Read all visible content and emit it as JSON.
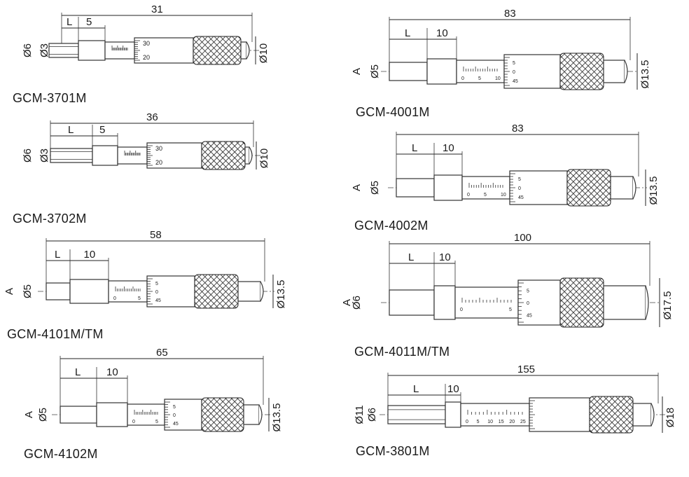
{
  "diagrams": [
    {
      "model": "GCM-3701M",
      "L": "L",
      "length": "31",
      "travel": "5",
      "spindle_dia": "Ø6",
      "inner_dia": "Ø3",
      "head_dia": "Ø10",
      "scale": [
        "30",
        "20"
      ]
    },
    {
      "model": "GCM-3702M",
      "L": "L",
      "length": "36",
      "travel": "5",
      "spindle_dia": "Ø6",
      "inner_dia": "Ø3",
      "head_dia": "Ø10",
      "scale": [
        "30",
        "20"
      ]
    },
    {
      "model": "GCM-4101M/TM",
      "L": "L",
      "length": "58",
      "travel": "10",
      "A": "A",
      "spindle_dia": "Ø5",
      "head_dia": "Ø13.5",
      "scale": [
        "5",
        "0",
        "45"
      ],
      "barrel": [
        "0",
        "5"
      ]
    },
    {
      "model": "GCM-4102M",
      "L": "L",
      "length": "65",
      "travel": "10",
      "A": "A",
      "spindle_dia": "Ø5",
      "head_dia": "Ø13.5",
      "scale": [
        "5",
        "0",
        "45"
      ],
      "barrel": [
        "0",
        "5"
      ]
    },
    {
      "model": "GCM-4001M",
      "L": "L",
      "length": "83",
      "travel": "10",
      "A": "A",
      "spindle_dia": "Ø5",
      "head_dia": "Ø13.5",
      "scale": [
        "5",
        "0",
        "45"
      ],
      "barrel": [
        "0",
        "5",
        "10"
      ]
    },
    {
      "model": "GCM-4002M",
      "L": "L",
      "length": "83",
      "travel": "10",
      "A": "A",
      "spindle_dia": "Ø5",
      "head_dia": "Ø13.5",
      "scale": [
        "5",
        "0",
        "45"
      ],
      "barrel": [
        "0",
        "5",
        "10"
      ]
    },
    {
      "model": "GCM-4011M/TM",
      "L": "L",
      "length": "100",
      "travel": "10",
      "A": "A",
      "spindle_dia": "Ø6",
      "head_dia": "Ø17.5",
      "scale": [
        "5",
        "0",
        "45"
      ],
      "barrel": [
        "0",
        "5"
      ]
    },
    {
      "model": "GCM-3801M",
      "L": "L",
      "length": "155",
      "travel": "10",
      "spindle_dia": "Ø11",
      "inner_dia": "Ø6",
      "head_dia": "Ø18",
      "barrel": [
        "0",
        "5",
        "10",
        "15",
        "20",
        "25"
      ]
    }
  ]
}
